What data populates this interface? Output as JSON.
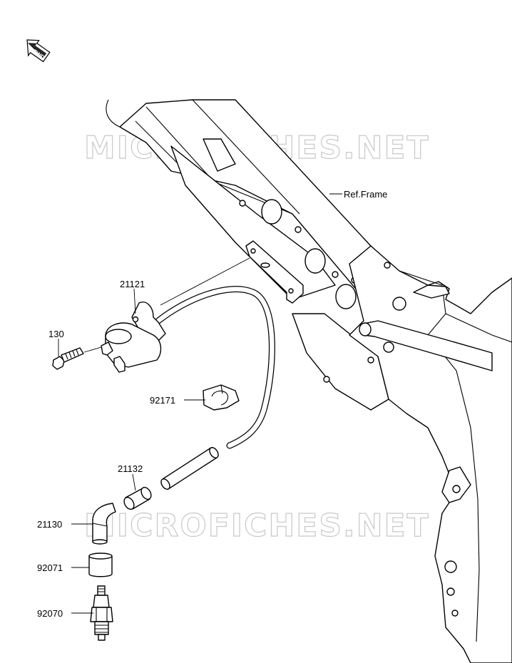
{
  "fwd_badge": "FWD",
  "watermark": "MICROFICHES.NET",
  "callouts": {
    "ref_frame": "Ref.Frame",
    "p21121": "21121",
    "p130": "130",
    "p92171": "92171",
    "p21132": "21132",
    "p21130": "21130",
    "p92071": "92071",
    "p92070": "92070"
  }
}
